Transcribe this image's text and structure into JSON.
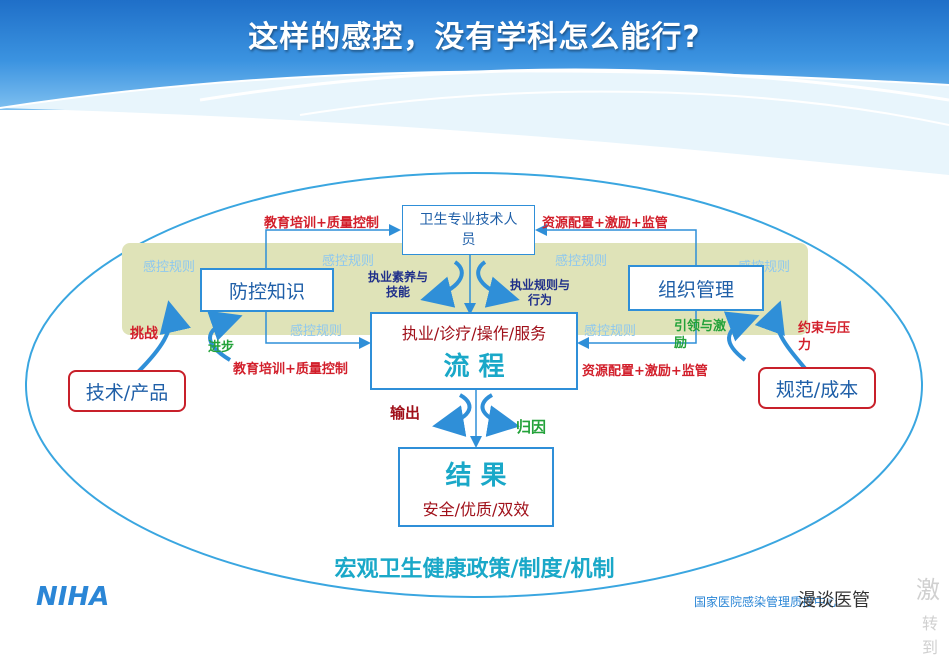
{
  "title": "这样的感控，没有学科怎么能行?",
  "nodes": {
    "staff": "卫生专业技术人员",
    "knowledge": "防控知识",
    "org": "组织管理",
    "process_top": "执业/诊疗/操作/服务",
    "process_main": "流 程",
    "tech": "技术/产品",
    "norms": "规范/成本",
    "result_main": "结 果",
    "result_sub": "安全/优质/双效"
  },
  "labels": {
    "edu_top": "教育培训+质量控制",
    "res_top": "资源配置+激励+监管",
    "edu_bottom": "教育培训+质量控制",
    "res_bottom": "资源配置+激励+监管",
    "competence": "执业素养与技能",
    "regulation": "执业规则与行为",
    "challenge": "挑战",
    "progress": "进步",
    "guide": "引领与激励",
    "constraint": "约束与压力",
    "output": "输出",
    "attribution": "归因"
  },
  "ghost_labels": [
    "感控规则",
    "感控规则",
    "感控规则",
    "感控规则",
    "感控规则",
    "感控规则"
  ],
  "bottom_text": "宏观卫生健康政策/制度/机制",
  "logo_text": "NIHA",
  "footer_text": "国家医院感染管理质控中心",
  "watermark_text": "漫谈医管",
  "corner_text_1": "激",
  "corner_text_2": "转到",
  "colors": {
    "blue": "#2f8fd8",
    "red": "#d21f2b",
    "navy": "#1f2f8a",
    "green": "#23a23a",
    "band": "#dfe3b8",
    "ellipse": "#3aa6e0"
  }
}
